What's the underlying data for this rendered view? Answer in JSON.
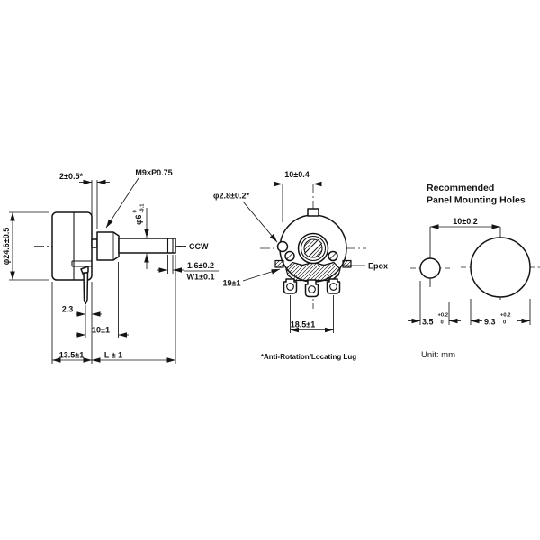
{
  "side": {
    "lug_len": "2±0.5*",
    "thread": "M9×P0.75",
    "body_dia": "φ24.6±0.5",
    "shaft_dia": "φ6",
    "shaft_tol_top": "0",
    "shaft_tol_bot": "-0.1",
    "ccw": "CCW",
    "slot_a": "1.6±0.2",
    "slot_b": "W1±0.1",
    "pin_off": "2.3",
    "bush_len": "10±1",
    "body_len": "13.5±1",
    "shaft_len": "L ± 1"
  },
  "front": {
    "lug_dist": "10±0.4",
    "lug_dia": "φ2.8±0.2*",
    "dia19": "19±1",
    "term_pitch": "18.5±1",
    "epoxy": "Epox",
    "note": "*Anti-Rotation/Locating Lug"
  },
  "panel": {
    "title1": "Recommended",
    "title2": "Panel Mounting Holes",
    "pitch": "10±0.2",
    "small": "3.5",
    "small_tol_top": "+0.2",
    "small_tol_bot": "0",
    "large": "9.3",
    "large_tol_top": "+0.2",
    "large_tol_bot": "0",
    "unit": "Unit: mm"
  }
}
